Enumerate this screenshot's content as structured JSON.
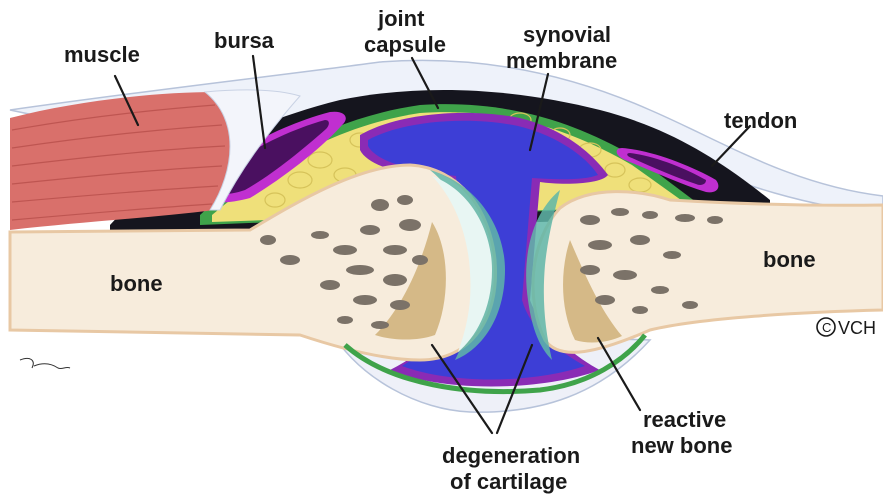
{
  "labels": {
    "muscle": "muscle",
    "bursa": "bursa",
    "joint_capsule_1": "joint",
    "joint_capsule_2": "capsule",
    "synovial_1": "synovial",
    "synovial_2": "membrane",
    "tendon": "tendon",
    "bone_left": "bone",
    "bone_right": "bone",
    "copyright": "VCH",
    "degeneration_1": "degeneration",
    "degeneration_2": "of cartilage",
    "reactive_1": "reactive",
    "reactive_2": "new bone"
  },
  "colors": {
    "muscle": "#d9706b",
    "bone": "#f7ecdc",
    "bone_edge": "#e8c8a4",
    "marrow_hole": "#7b7268",
    "fat": "#efe07a",
    "synovial": "#8a2bb5",
    "joint_fluid": "#3d3ed6",
    "capsule_green": "#3fa34a",
    "bursa": "#c02fd0",
    "dark_tissue": "#15151e",
    "tendon": "#dfe6f3"
  }
}
